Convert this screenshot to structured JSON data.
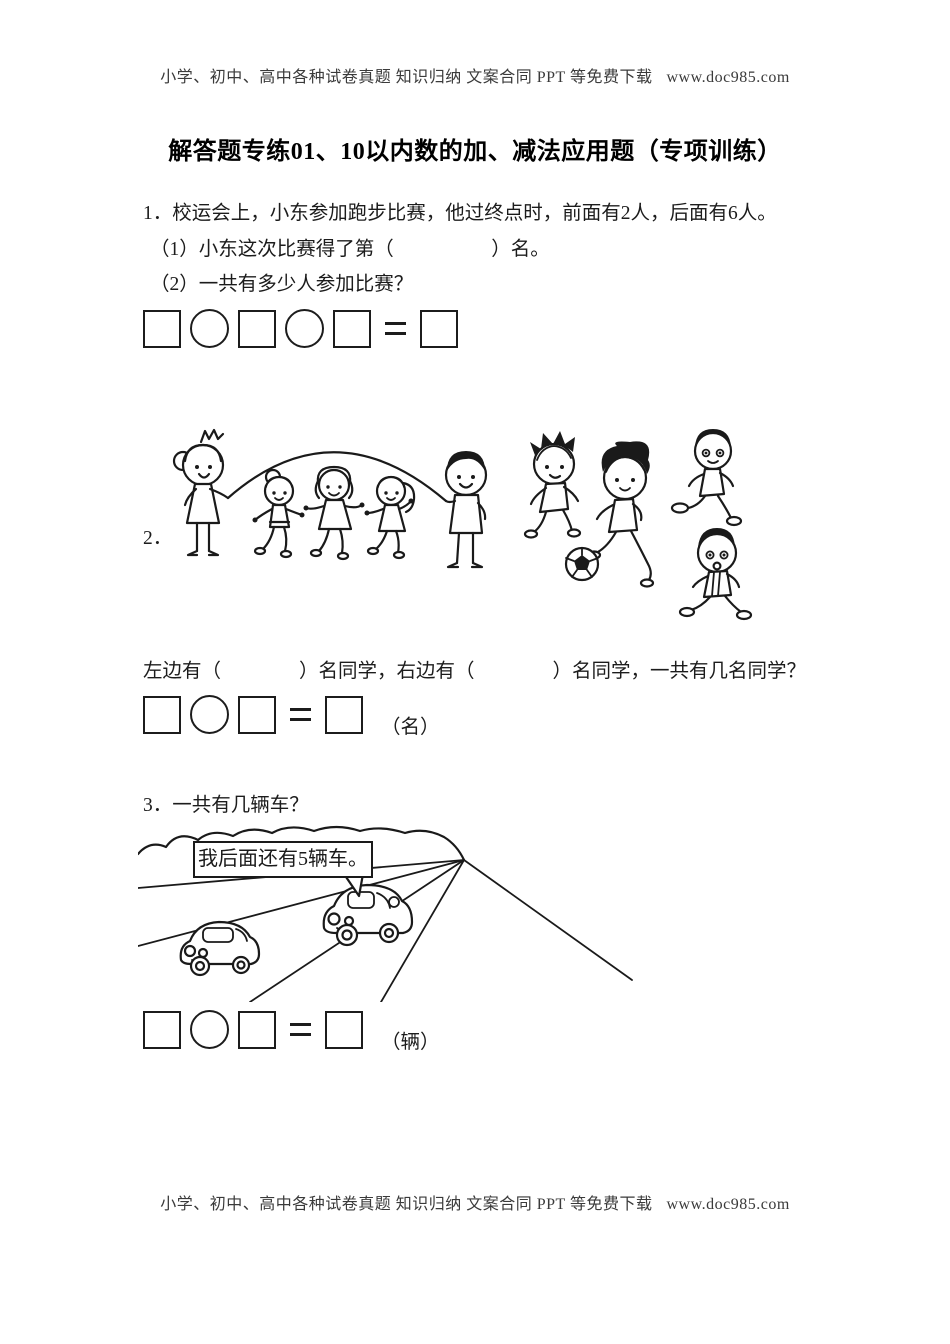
{
  "meta": {
    "header_text": "小学、初中、高中各种试卷真题 知识归纳 文案合同 PPT 等免费下载",
    "header_url": "www.doc985.com",
    "footer_text": "小学、初中、高中各种试卷真题 知识归纳 文案合同 PPT 等免费下载",
    "footer_url": "www.doc985.com"
  },
  "title": "解答题专练01、10以内数的加、减法应用题（专项训练）",
  "q1": {
    "stem": "1．校运会上，小东参加跑步比赛，他过终点时，前面有2人，后面有6人。",
    "part1": "（1）小东这次比赛得了第（　　　　　）名。",
    "part2": "（2）一共有多少人参加比赛？"
  },
  "q2": {
    "number": "2．",
    "stem": "左边有（　　　　）名同学，右边有（　　　　）名同学，一共有几名同学？",
    "unit": "（名）"
  },
  "q3": {
    "stem": "3．一共有几辆车？",
    "bubble": "我后面还有5辆车。",
    "unit": "（辆）"
  },
  "symbols": {
    "equals": "="
  },
  "equations": {
    "eq1": [
      "square",
      "circle",
      "square",
      "circle",
      "square",
      "equals",
      "square"
    ],
    "eq2": [
      "square",
      "circle",
      "square",
      "equals",
      "square"
    ],
    "eq3": [
      "square",
      "circle",
      "square",
      "equals",
      "square"
    ]
  },
  "colors": {
    "ink": "#1a1a1a",
    "meta_text": "#3a3a3a",
    "background": "#ffffff"
  }
}
